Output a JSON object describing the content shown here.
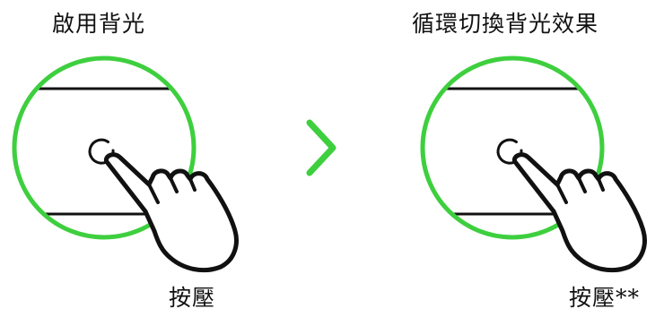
{
  "step_left": {
    "title": "啟用背光",
    "action": "按壓"
  },
  "step_right": {
    "title": "循環切換背光效果",
    "action": "按壓**"
  },
  "colors": {
    "accent": "#3ecf3e",
    "line": "#111111"
  },
  "icons": {
    "button_ring": "circle-button-icon",
    "hand": "pointing-hand-icon",
    "arrow": "chevron-right-icon"
  }
}
